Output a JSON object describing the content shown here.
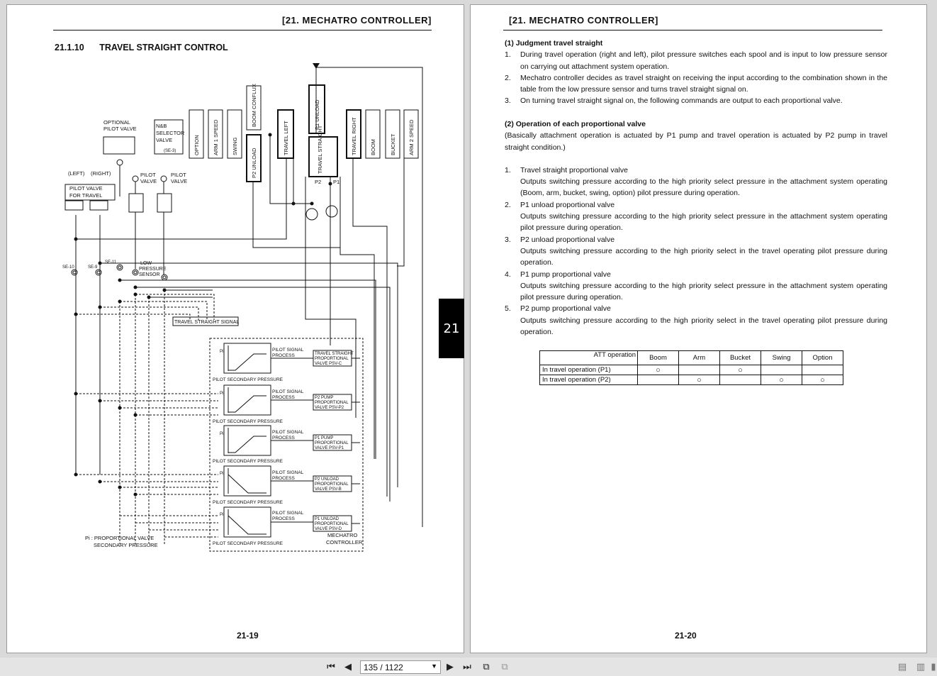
{
  "left_page": {
    "header": "[21.  MECHATRO CONTROLLER]",
    "section_number": "21.1.10",
    "section_title": "TRAVEL STRAIGHT CONTROL",
    "page_number": "21-19",
    "diagram": {
      "optional_pilot_valve": [
        "OPTIONAL",
        "PILOT VALVE"
      ],
      "nb_selector": [
        "N&B",
        "SELECTOR",
        "VALVE"
      ],
      "nb_selector_code": "(SE-3)",
      "spools": [
        "OPTION",
        "ARM 1 SPEED",
        "SWING",
        "BOOM CONFLUX",
        "P2 UNLOAD",
        "TRAVEL LEFT",
        "P1 UNLOAD",
        "TRAVEL STRAIGHT",
        "TRAVEL RIGHT",
        "BOOM",
        "BUCKET",
        "ARM 2 SPEED"
      ],
      "pump_labels": [
        "P2",
        "P1"
      ],
      "left_right": [
        "(LEFT)",
        "(RIGHT)"
      ],
      "pilot_valve_travel": [
        "PILOT VALVE",
        "FOR TRAVEL"
      ],
      "pilot_valve_a": [
        "PILOT",
        "VALVE"
      ],
      "pilot_valve_b": [
        "PILOT",
        "VALVE"
      ],
      "sensor_codes": [
        "SE-10",
        "SE-9",
        "SE-11"
      ],
      "low_pressure_sensor": [
        "LOW",
        "PRESSURE",
        "SENSOR"
      ],
      "travel_straight_signal": "TRAVEL STRAIGHT SIGNAL",
      "blocks": [
        {
          "process": [
            "PILOT SIGNAL",
            "PROCESS"
          ],
          "output": [
            "TRAVEL STRAIGHT",
            "PROPORTIONAL",
            "VALVE PSV-C"
          ]
        },
        {
          "process": [
            "PILOT SIGNAL",
            "PROCESS"
          ],
          "output": [
            "P2 PUMP",
            "PROPORTIONAL",
            "VALVE PSV-P2"
          ]
        },
        {
          "process": [
            "PILOT SIGNAL",
            "PROCESS"
          ],
          "output": [
            "P1 PUMP",
            "PROPORTIONAL",
            "VALVE PSV-P1"
          ]
        },
        {
          "process": [
            "PILOT SIGNAL",
            "PROCESS"
          ],
          "output": [
            "P2 UNLOAD",
            "PROPORTIONAL",
            "VALVE PSV-B"
          ]
        },
        {
          "process": [
            "PILOT SIGNAL",
            "PROCESS"
          ],
          "output": [
            "P1 UNLOAD",
            "PROPORTIONAL",
            "VALVE PSV-D"
          ]
        }
      ],
      "secondary_pressure_label": "PILOT SECONDARY PRESSURE",
      "pi_label": "Pi",
      "mechatro_controller": [
        "MECHATRO",
        "CONTROLLER"
      ],
      "legend": [
        "Pi : PROPORTIONAL VALVE",
        "SECONDARY PRESSURE"
      ]
    }
  },
  "right_page": {
    "header": "[21.  MECHATRO CONTROLLER]",
    "page_number": "21-20",
    "chapter_tab": "21",
    "judgment": {
      "heading": "(1)  Judgment travel straight",
      "items": [
        {
          "num": "1.",
          "text": "During travel operation (right and left), pilot pressure switches each spool and is input to low pressure sensor on carrying out attachment system operation."
        },
        {
          "num": "2.",
          "text": "Mechatro controller decides as travel straight on receiving the input according to the combination shown in the table from the low pressure sensor and turns travel straight signal on."
        },
        {
          "num": "3.",
          "text": "On turning travel straight signal on, the following commands are output to each proportional valve."
        }
      ]
    },
    "operation": {
      "heading": "(2)  Operation of each proportional valve",
      "intro": "(Basically attachment operation is actuated by P1 pump and travel operation is actuated by P2 pump in travel straight condition.)",
      "items": [
        {
          "num": "1.",
          "title": "Travel straight proportional valve",
          "text": "Outputs switching pressure according to the high priority select pressure in the attachment system operating (Boom, arm, bucket, swing, option) pilot pressure during operation."
        },
        {
          "num": "2.",
          "title": "P1 unload proportional valve",
          "text": "Outputs switching pressure according to the high priority select pressure in the attachment system operating pilot pressure during operation."
        },
        {
          "num": "3.",
          "title": "P2 unload proportional valve",
          "text": "Outputs switching pressure according to the high priority select in the travel operating pilot pressure during operation."
        },
        {
          "num": "4.",
          "title": "P1 pump proportional valve",
          "text": "Outputs switching pressure according to the high priority select pressure in the attachment system operating pilot pressure during operation."
        },
        {
          "num": "5.",
          "title": "P2 pump proportional valve",
          "text": "Outputs switching pressure according to the high priority select in the travel operating pilot pressure during operation."
        }
      ]
    },
    "table": {
      "corner": "ATT operation",
      "columns": [
        "Boom",
        "Arm",
        "Bucket",
        "Swing",
        "Option"
      ],
      "rows": [
        {
          "label": "In travel operation (P1)",
          "cells": [
            "○",
            "",
            "○",
            "",
            ""
          ]
        },
        {
          "label": "In travel operation (P2)",
          "cells": [
            "",
            "○",
            "",
            "○",
            "○"
          ]
        }
      ]
    }
  },
  "toolbar": {
    "page_indicator": "135 / 1122",
    "icons": [
      "first-page-icon",
      "prev-page-icon",
      "next-page-icon",
      "last-page-icon",
      "fit-page-icon",
      "fit-width-icon",
      "single-page-icon",
      "two-page-icon",
      "scroll-icon"
    ]
  }
}
